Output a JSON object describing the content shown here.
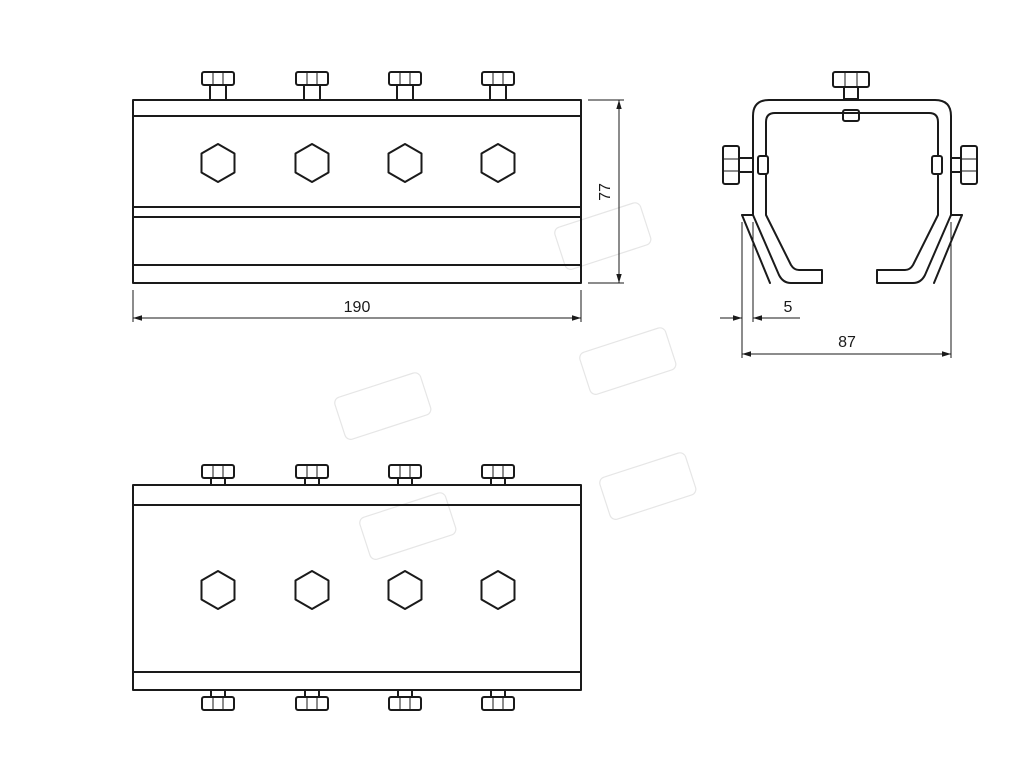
{
  "drawing": {
    "dimensions": {
      "front_length": "190",
      "front_height": "77",
      "end_flange": "5",
      "end_width": "87"
    },
    "colors": {
      "line": "#1a1a1a",
      "background": "#ffffff",
      "watermark": "#e6e6e6"
    }
  }
}
